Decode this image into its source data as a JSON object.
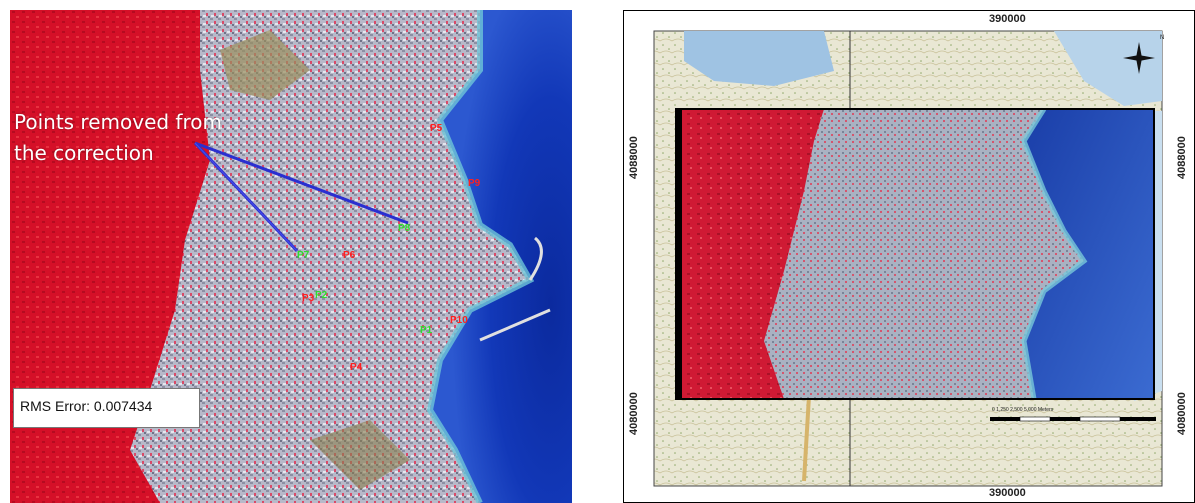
{
  "left_image": {
    "callout_line1": "Points removed from",
    "callout_line2": "the correction",
    "rms_error_label": "RMS Error: 0.007434",
    "gcp_labels": [
      "P5",
      "P9",
      "P8",
      "P7",
      "P6",
      "P3",
      "P2",
      "P1",
      "P10",
      "P4"
    ],
    "colors": {
      "vegetation": "#d8102a",
      "urban": "#b9bccd",
      "sea": "#1238b8",
      "arrow": "#2a2fd0",
      "removed_point": "#2fdc2f",
      "kept_point": "#ff2020"
    }
  },
  "right_map": {
    "top_easting": "390000",
    "bottom_easting": "390000",
    "left_northing_top": "4088000",
    "left_northing_bottom": "4080000",
    "right_northing_top": "4088000",
    "right_northing_bottom": "4080000",
    "scale_bar_text": "0 1,250 2,500 5,000 Meters",
    "north_arrow_label": "N"
  }
}
